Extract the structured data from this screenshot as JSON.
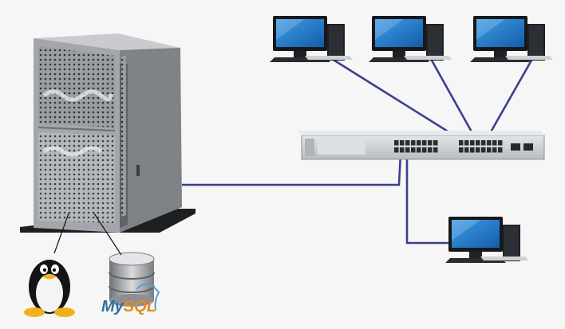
{
  "diagram": {
    "nodes": [
      {
        "id": "server",
        "kind": "tower-server"
      },
      {
        "id": "switch",
        "kind": "network-switch"
      },
      {
        "id": "pc-top-1",
        "kind": "desktop-computer"
      },
      {
        "id": "pc-top-2",
        "kind": "desktop-computer"
      },
      {
        "id": "pc-top-3",
        "kind": "desktop-computer"
      },
      {
        "id": "pc-bottom",
        "kind": "desktop-computer"
      },
      {
        "id": "linux",
        "kind": "linux-tux-logo"
      },
      {
        "id": "mysql",
        "kind": "mysql-database-logo",
        "logo_text": "MySQL"
      }
    ],
    "links": [
      {
        "from": "pc-top-1",
        "to": "switch"
      },
      {
        "from": "pc-top-2",
        "to": "switch"
      },
      {
        "from": "pc-top-3",
        "to": "switch"
      },
      {
        "from": "server",
        "to": "switch"
      },
      {
        "from": "switch",
        "to": "pc-bottom"
      },
      {
        "from": "server",
        "to": "linux"
      },
      {
        "from": "server",
        "to": "mysql"
      }
    ],
    "colors": {
      "link_color": "#3b3f8f",
      "monitor_screen": "#1e73c8",
      "server_body": "#8c8f93",
      "switch_body": "#cfd3d6",
      "mysql_blue": "#2f6e9c",
      "mysql_orange": "#e48b1e"
    }
  }
}
